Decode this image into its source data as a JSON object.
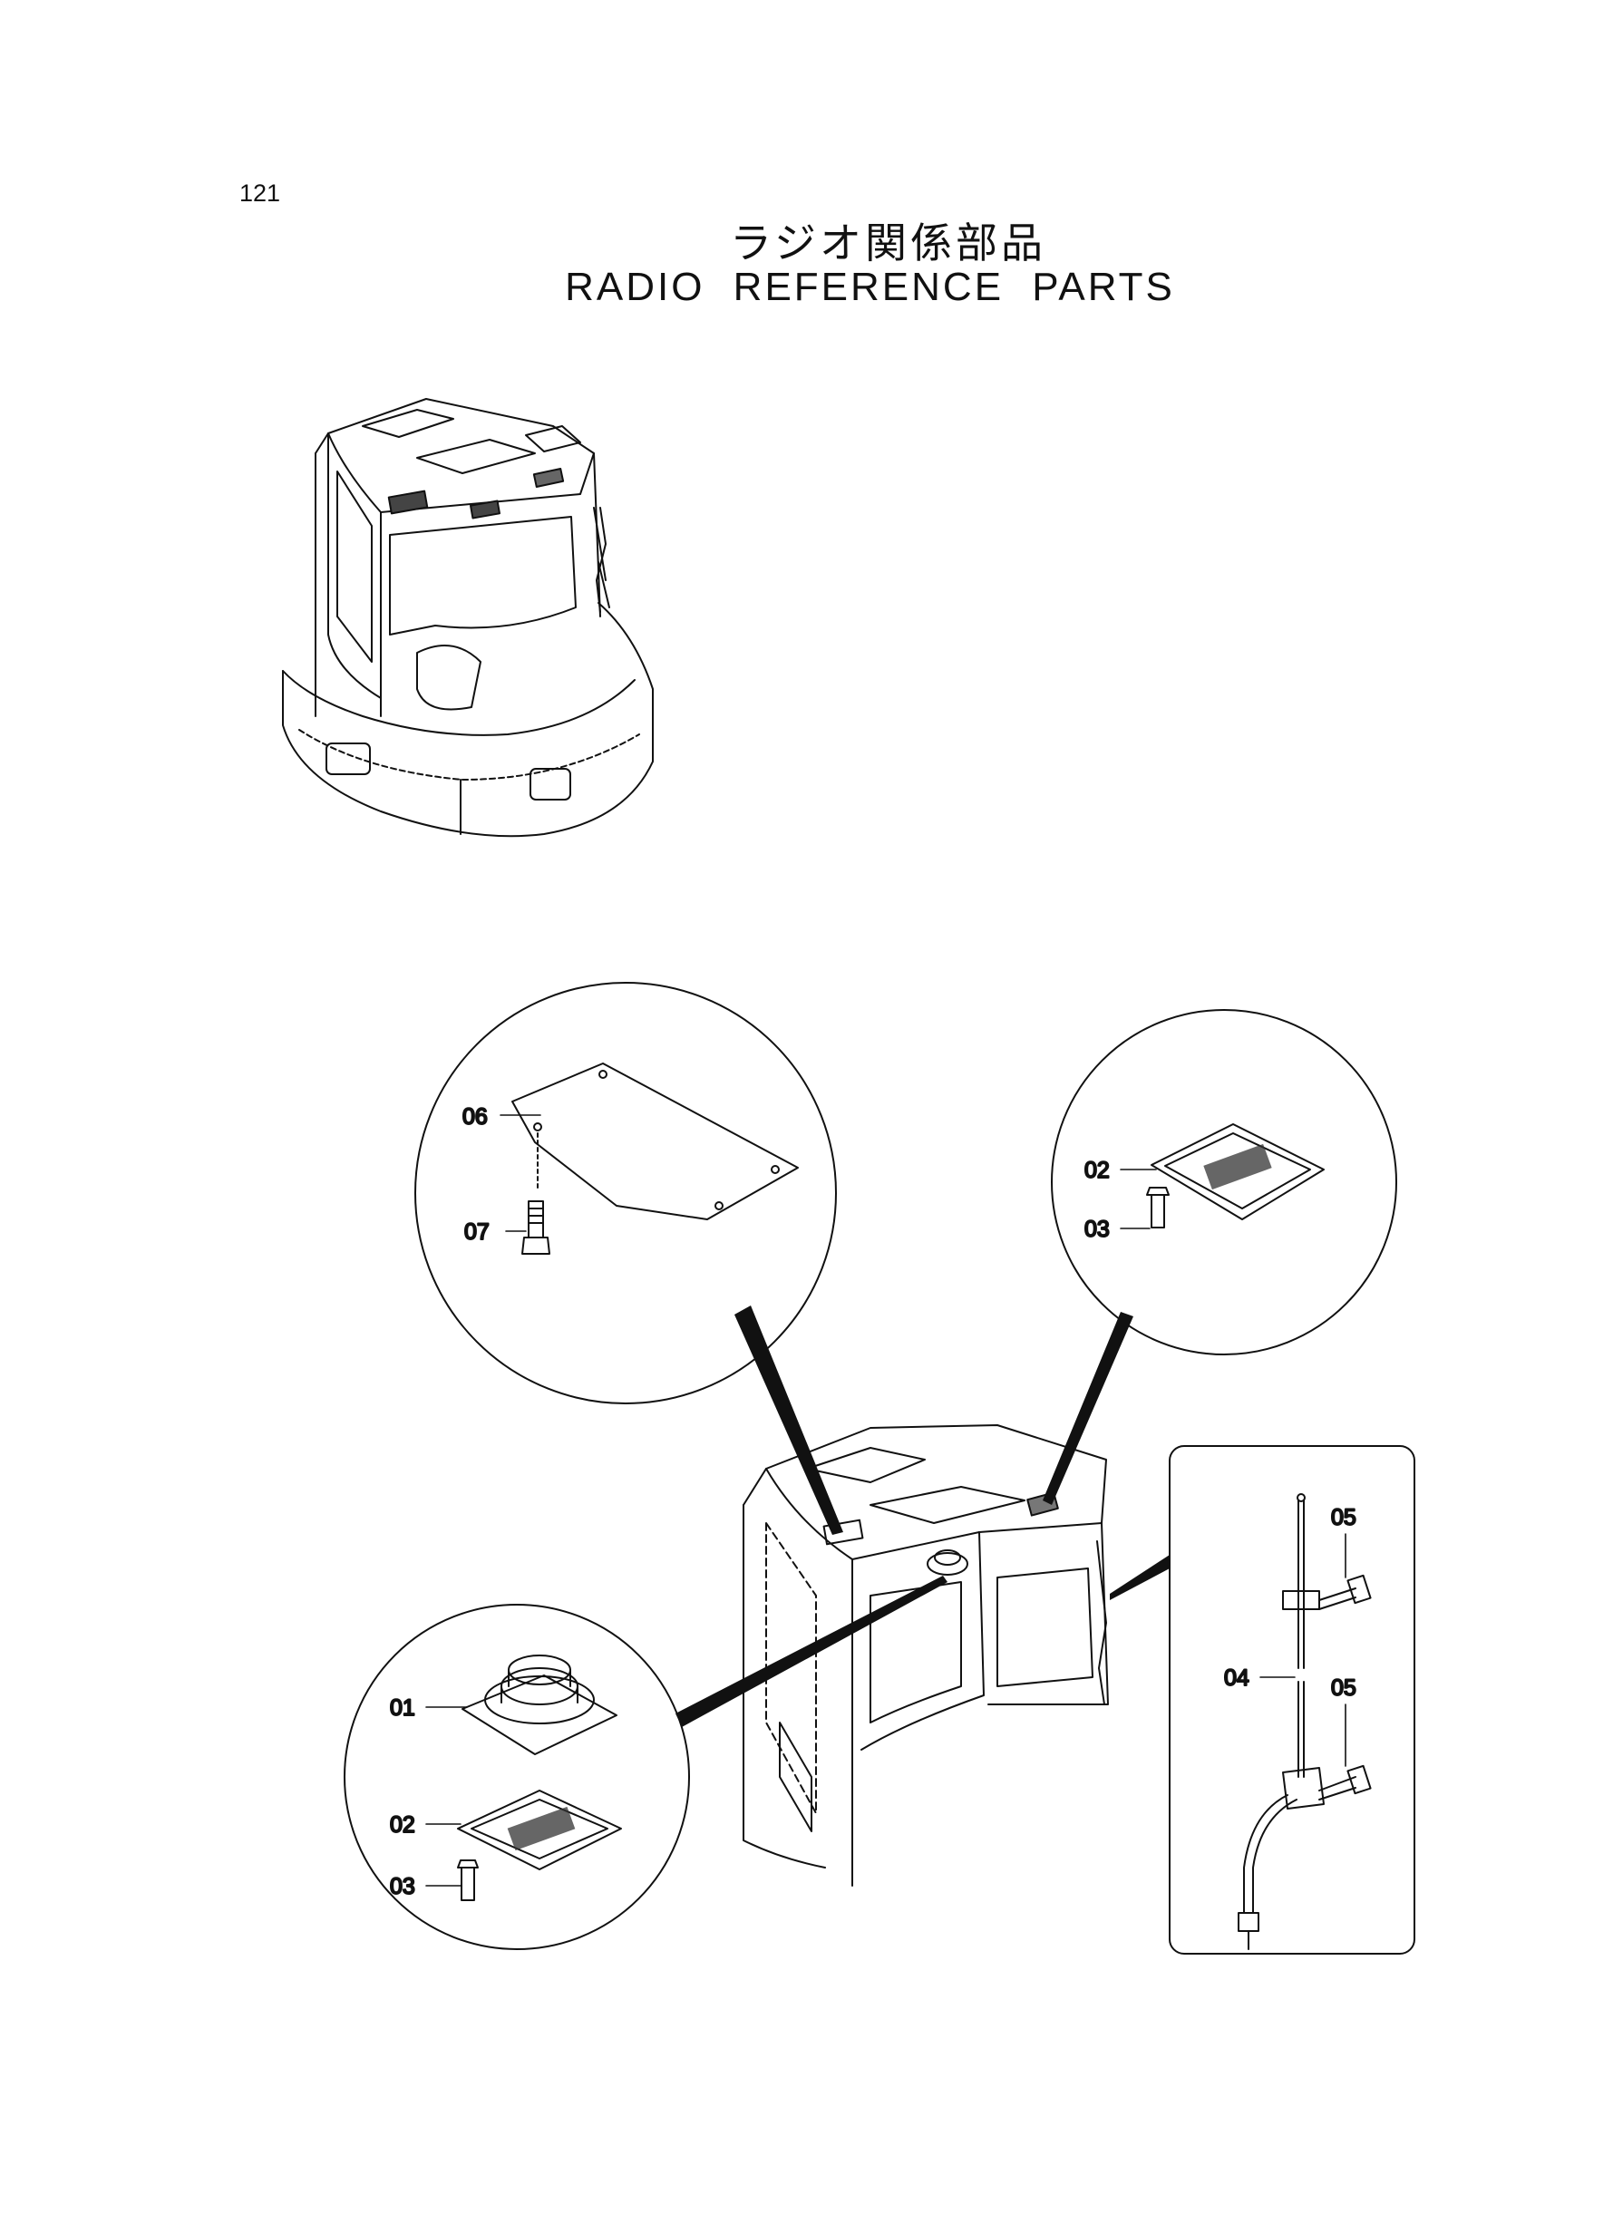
{
  "page": {
    "number": "121"
  },
  "title": {
    "japanese": "ラジオ関係部品",
    "english": "RADIO REFERENCE PARTS"
  },
  "callouts": {
    "c01": "01",
    "c02a": "02",
    "c03a": "03",
    "c02b": "02",
    "c03b": "03",
    "c04": "04",
    "c05a": "05",
    "c05b": "05",
    "c06": "06",
    "c07": "07"
  },
  "colors": {
    "ink": "#111111",
    "paper": "#ffffff"
  }
}
